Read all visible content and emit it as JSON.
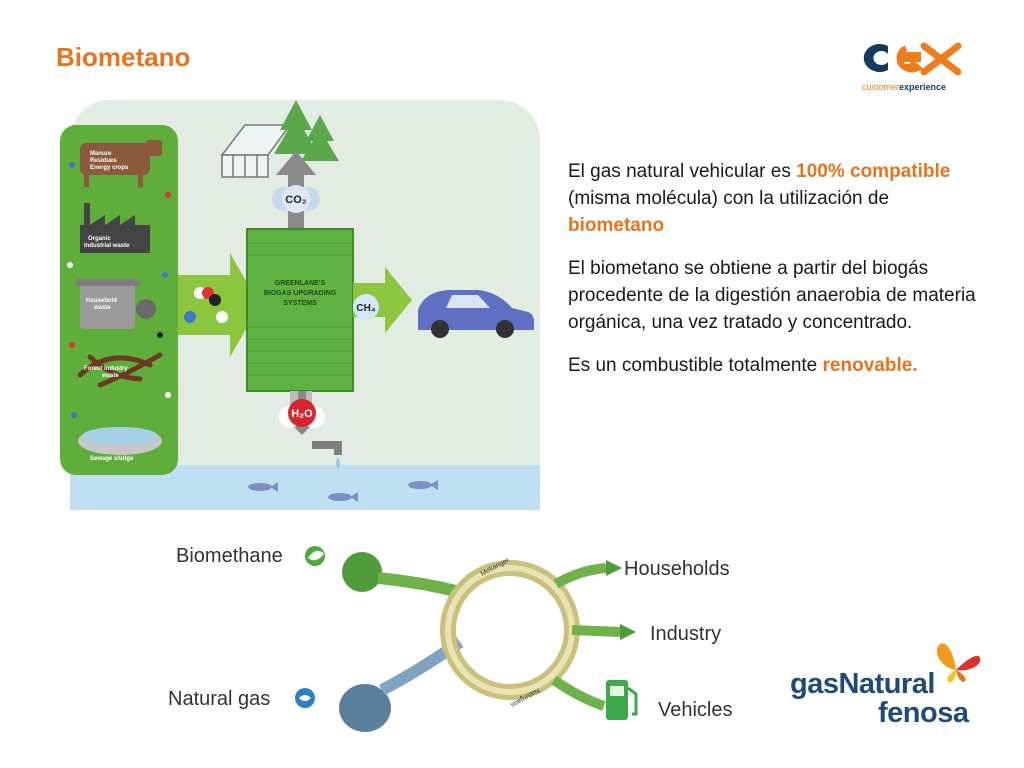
{
  "slide": {
    "title": "Biometano"
  },
  "logo_cex": {
    "mark": "cex",
    "tagline_part1": "customer",
    "tagline_part2": "experience",
    "colors": {
      "c": "#163a5f",
      "ex": "#f07d1d"
    }
  },
  "logo_gasnatural": {
    "line1": "gasNatural",
    "line2": "fenosa",
    "icon": "butterfly-icon",
    "colors": {
      "text": "#1f4a7a",
      "wing_orange": "#f29a1c",
      "wing_red": "#d9322b"
    }
  },
  "text": {
    "p1_a": "El gas natural vehicular es ",
    "p1_b": "100% compatible",
    "p1_c": " (misma molécula) con la utilización de ",
    "p1_d": "biometano",
    "p2": "El biometano se obtiene a partir del biogás procedente de la digestión anaerobia de materia orgánica, una vez tratado y concentrado.",
    "p3_a": "Es un combustible totalmente ",
    "p3_b": "renovable."
  },
  "diagram_top": {
    "sources": [
      "Manure\nResidues\nEnergy crops",
      "Organic\nIndustrial waste",
      "Household\nwaste",
      "Forest industry\nwaste",
      "Sewage sludge"
    ],
    "plant_label": "GREENLANE'S\nBIOGAS UPGRADING\nSYSTEMS",
    "co2": "CO₂",
    "ch4": "CH₄",
    "h2o": "H₂O"
  },
  "diagram_bottom": {
    "input_biomethane": "Biomethane",
    "input_natural_gas": "Natural gas",
    "output_households": "Households",
    "output_industry": "Industry",
    "output_vehicles": "Vehicles",
    "ring_label_top": "Mekanger",
    "ring_label_bottom": "Naturgass",
    "icons": [
      "leaf-badge-icon",
      "flame-badge-icon",
      "fuel-pump-icon"
    ]
  },
  "colors": {
    "title_orange": "#e8731c",
    "green_dark": "#4e9a35",
    "green_light": "#8cc63e",
    "water_blue": "#b7dbf0"
  }
}
